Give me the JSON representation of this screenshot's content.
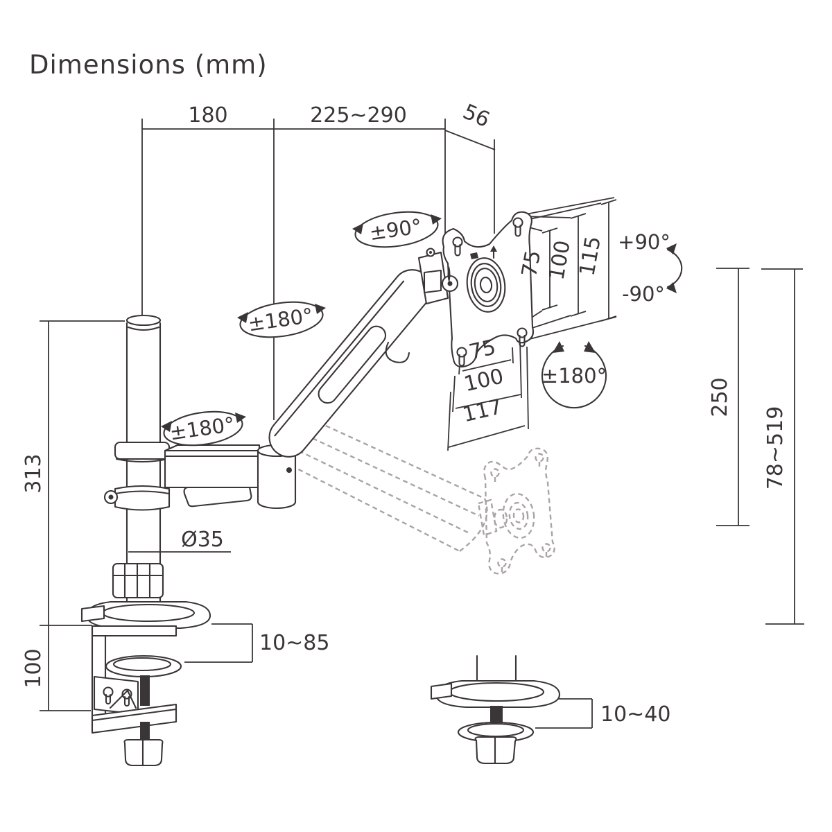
{
  "title": "Dimensions (mm)",
  "colors": {
    "ink": "#3a3536",
    "ghost": "#a9a5a2",
    "background": "#ffffff"
  },
  "dimensions": {
    "base_to_elbow": "180",
    "arm_reach": "225~290",
    "head_depth": "56",
    "pole_height": "313",
    "clamp_body_height": "100",
    "pole_diameter": "Ø35",
    "clamp_range": "10~85",
    "grommet_range": "10~40",
    "vertical_travel": "250",
    "height_range": "78~519",
    "vesa_width_75": "75",
    "vesa_width_100": "100",
    "plate_width_117": "117",
    "vesa_height_75": "75",
    "vesa_height_100": "100",
    "plate_height_115": "115"
  },
  "rotations": {
    "head_swivel": "±90°",
    "arm_rotation_upper": "±180°",
    "arm_rotation_lower": "±180°",
    "plate_rotation": "±180°",
    "tilt_up": "+90°",
    "tilt_down": "-90°"
  }
}
